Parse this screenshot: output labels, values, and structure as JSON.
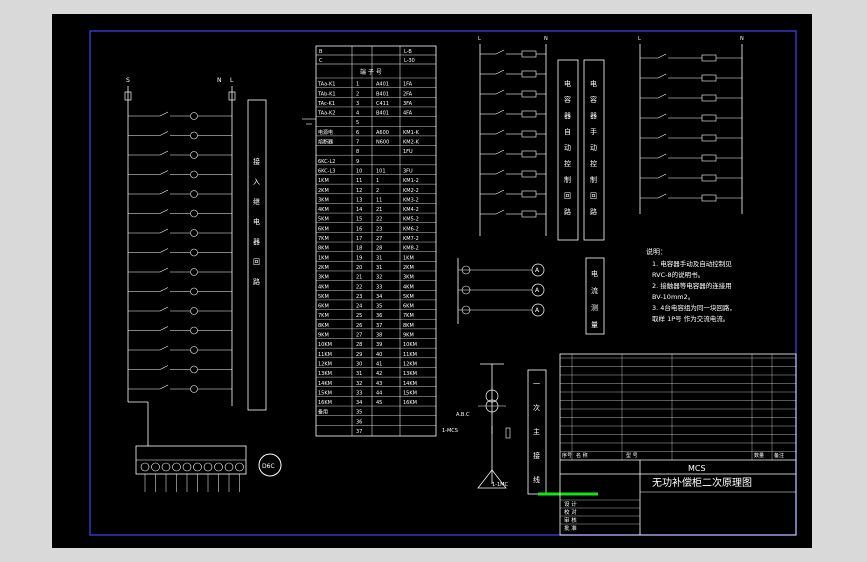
{
  "window": {
    "background": "#d9d9d9",
    "canvas_bg": "#000000"
  },
  "colors": {
    "frame": "#ffffff",
    "border": "#3a3ad0",
    "line": "#ffffff",
    "accent": "#f5d000",
    "highlight": "#18e018"
  },
  "left_panel": {
    "labels": [
      "S",
      "N",
      "L"
    ],
    "vertical_note": [
      "接",
      "入",
      "继",
      "电",
      "器",
      "回",
      "路"
    ],
    "bus_label": "D6C"
  },
  "terminal_table": {
    "header": [
      [
        "B",
        "",
        "L-B"
      ],
      [
        "C",
        "",
        "L-30"
      ]
    ],
    "title": "端 子 号",
    "rows": [
      [
        "TAa-K1",
        "1",
        "A401",
        "1FA"
      ],
      [
        "TAb-K1",
        "2",
        "B401",
        "2FA"
      ],
      [
        "TAc-K1",
        "3",
        "C411",
        "3FA"
      ],
      [
        "TAa-K2",
        "4",
        "B401",
        "4FA"
      ],
      [
        "",
        "5",
        "",
        ""
      ],
      [
        "电源电",
        "6",
        "A600",
        "KM1-K"
      ],
      [
        "熔断器",
        "7",
        "N600",
        "KM2-K"
      ],
      [
        "",
        "8",
        "",
        "1FU"
      ],
      [
        "6KC-L2",
        "9",
        "",
        ""
      ],
      [
        "6KC-L3",
        "10",
        "101",
        "3FU"
      ],
      [
        "1KM",
        "11",
        "1",
        "KM1-2"
      ],
      [
        "2KM",
        "12",
        "2",
        "KM2-2"
      ],
      [
        "3KM",
        "13",
        "11",
        "KM3-2"
      ],
      [
        "4KM",
        "14",
        "21",
        "KM4-2"
      ],
      [
        "5KM",
        "15",
        "22",
        "KM5-2"
      ],
      [
        "6KM",
        "16",
        "23",
        "KM6-2"
      ],
      [
        "7KM",
        "17",
        "27",
        "KM7-2"
      ],
      [
        "8KM",
        "18",
        "28",
        "KM8-2"
      ],
      [
        "1KM",
        "19",
        "31",
        "1KM"
      ],
      [
        "2KM",
        "20",
        "31",
        "2KM"
      ],
      [
        "3KM",
        "21",
        "32",
        "3KM"
      ],
      [
        "4KM",
        "22",
        "33",
        "4KM"
      ],
      [
        "5KM",
        "23",
        "34",
        "5KM"
      ],
      [
        "6KM",
        "24",
        "35",
        "6KM"
      ],
      [
        "7KM",
        "25",
        "36",
        "7KM"
      ],
      [
        "8KM",
        "26",
        "37",
        "8KM"
      ],
      [
        "9KM",
        "27",
        "38",
        "9KM"
      ],
      [
        "10KM",
        "28",
        "39",
        "10KM"
      ],
      [
        "11KM",
        "29",
        "40",
        "11KM"
      ],
      [
        "12KM",
        "30",
        "41",
        "12KM"
      ],
      [
        "13KM",
        "31",
        "42",
        "13KM"
      ],
      [
        "14KM",
        "32",
        "43",
        "14KM"
      ],
      [
        "15KM",
        "33",
        "44",
        "15KM"
      ],
      [
        "16KM",
        "34",
        "45",
        "16KM"
      ],
      [
        "备用",
        "35",
        "",
        ""
      ],
      [
        "",
        "36",
        "",
        ""
      ],
      [
        "",
        "37",
        "",
        ""
      ]
    ]
  },
  "control_blocks": {
    "block1": [
      "电",
      "容",
      "器",
      "自",
      "动",
      "控",
      "制",
      "回",
      "路"
    ],
    "block2": [
      "电",
      "容",
      "器",
      "手",
      "动",
      "控",
      "制",
      "回",
      "路"
    ],
    "measure": [
      "电",
      "流",
      "测",
      "量"
    ],
    "main_wiring": [
      "一",
      "次",
      "主",
      "接",
      "线"
    ]
  },
  "notes": {
    "title": "说明：",
    "items": [
      "1. 电容器手动及自动控制见",
      "   RVC-8的说明书。",
      "2. 接触器等电容器的连接用",
      "   BV-10mm2。",
      "3. 4台电容组为同一块回路，",
      "   取样 1P号 作为交流电流。"
    ]
  },
  "title_block": {
    "drawing_title": "无功补偿柜二次原理图",
    "code": "MCS",
    "labels": [
      "设 计",
      "校 对",
      "审 核",
      "批 准"
    ],
    "row_header": [
      "序号",
      "名 称",
      "型 号",
      "数量",
      "备注"
    ]
  }
}
